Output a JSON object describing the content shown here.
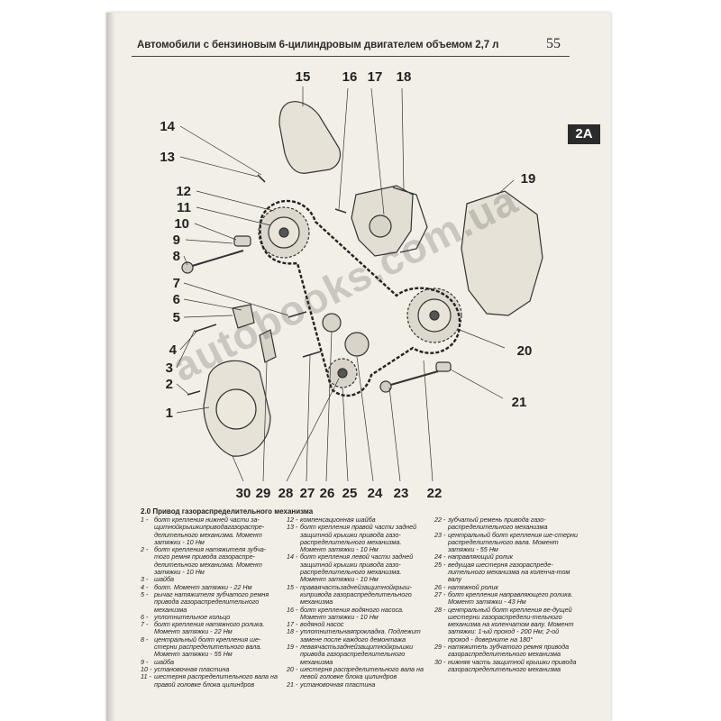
{
  "header": {
    "title": "Автомобили с бензиновым 6-цилиндровым двигателем объемом 2,7 л",
    "page_number": "55",
    "section_tab": "2A"
  },
  "figure": {
    "callouts": [
      "1",
      "2",
      "3",
      "4",
      "5",
      "6",
      "7",
      "8",
      "9",
      "10",
      "11",
      "12",
      "13",
      "14",
      "15",
      "16",
      "17",
      "18",
      "19",
      "20",
      "21",
      "22",
      "23",
      "24",
      "25",
      "26",
      "27",
      "28",
      "29",
      "30"
    ]
  },
  "watermark": "autobooks.com.ua",
  "caption": {
    "title": "2.0 Привод газораспределительного механизма"
  },
  "legend": {
    "col1": [
      {
        "num": "1 -",
        "text": "болт крепления нижней части за-щитнойкрышкиприводагазораспре-делительного механизма. Момент затяжки - 10 Нм"
      },
      {
        "num": "2 -",
        "text": "болт крепления натяжителя зубча-того ремня привода газораспре-делительного механизма. Момент затяжки - 10 Нм"
      },
      {
        "num": "3 -",
        "text": "шайба"
      },
      {
        "num": "4 -",
        "text": "болт. Момент затяжки - 22 Нм"
      },
      {
        "num": "5 -",
        "text": "рычаг натяжителя зубчатого ремня привода газораспределительного механизма"
      },
      {
        "num": "6 -",
        "text": "уплотнительное кольцо"
      },
      {
        "num": "7 -",
        "text": "болт крепления натяжного ролика. Момент затяжки - 22 Нм"
      },
      {
        "num": "8 -",
        "text": "центральный болт крепления ше-стерни распределительного вала. Момент затяжки - 55 Нм"
      },
      {
        "num": "9 -",
        "text": "шайба"
      },
      {
        "num": "10 -",
        "text": "установочная пластина"
      },
      {
        "num": "11 -",
        "text": "шестерня распределительного вала на правой головке блока цилиндров"
      }
    ],
    "col2": [
      {
        "num": "12 -",
        "text": "компенсационная шайба"
      },
      {
        "num": "13 -",
        "text": "болт крепления правой части задней защитной крышки привода газо-распределительного механизма. Момент затяжки - 10 Нм"
      },
      {
        "num": "14 -",
        "text": "болт крепления левой части задней защитной крышки привода газо-распределительного механизма. Момент затяжки - 10 Нм"
      },
      {
        "num": "15 -",
        "text": "праваячастьзаднейзащитнойкрыш-кипривода газораспределительного механизма"
      },
      {
        "num": "16 -",
        "text": "болт крепления водяного насоса. Момент затяжки - 10 Нм"
      },
      {
        "num": "17 -",
        "text": "водяной насос"
      },
      {
        "num": "18 -",
        "text": "уплотнительнаяпрокладка. Подлежит замене после каждого демонтажа"
      },
      {
        "num": "19 -",
        "text": "леваячастьзаднейзащитнойкрышки привода газораспределительного механизма"
      },
      {
        "num": "20 -",
        "text": "шестерня распределительного вала на левой головке блока цилиндров"
      },
      {
        "num": "21 -",
        "text": "установочная пластина"
      }
    ],
    "col3": [
      {
        "num": "22 -",
        "text": "зубчатый ремень привода газо-распределительного механизма"
      },
      {
        "num": "23 -",
        "text": "центральный болт крепления ше-стерни распределительного вала. Момент затяжки - 55 Нм"
      },
      {
        "num": "24 -",
        "text": "направляющий ролик"
      },
      {
        "num": "25 -",
        "text": "ведущая шестерня газораспреде-лительного механизма на коленча-том валу"
      },
      {
        "num": "26 -",
        "text": "натяжной ролик"
      },
      {
        "num": "27 -",
        "text": "болт крепления направляющего ролика. Момент затяжки - 43 Нм"
      },
      {
        "num": "28 -",
        "text": "центральный болт крепления ве-дущей шестерни газораспредели-тельного механизма на коленчатом валу. Момент затяжки: 1-ый проход - 200 Нм; 2-ой проход - доверните на 180°"
      },
      {
        "num": "29 -",
        "text": "натяжитель зубчатого ремня привода газораспределительного механизма"
      },
      {
        "num": "30 -",
        "text": "нижняя часть защитной крышки привода газораспределительного механизма"
      }
    ]
  }
}
